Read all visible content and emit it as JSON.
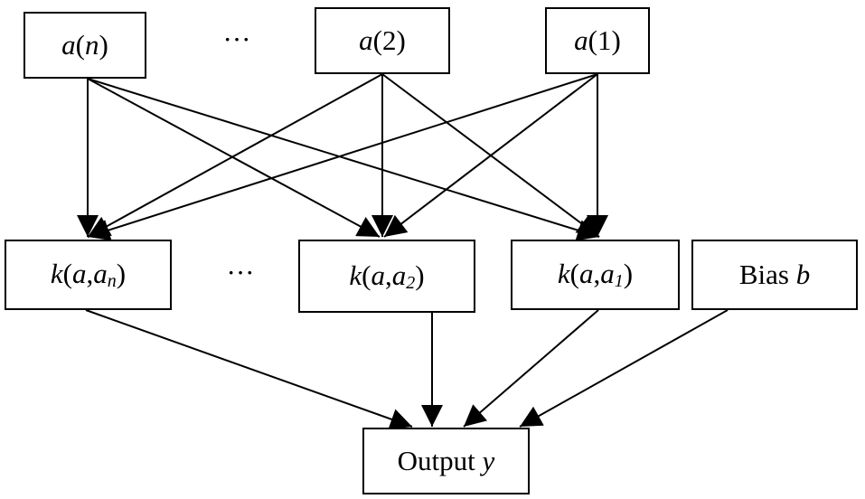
{
  "inputs": {
    "an": {
      "fn": "a",
      "arg": "n"
    },
    "a2": {
      "fn": "a",
      "text": "(2)"
    },
    "a1": {
      "fn": "a",
      "text": "(1)"
    },
    "ellipsis": "···"
  },
  "kernels": {
    "kn": {
      "fn": "k",
      "open": "(",
      "var": "a",
      "comma": ",",
      "sub_base": "a",
      "sub": "n",
      "close": ")"
    },
    "k2": {
      "fn": "k",
      "open": "(",
      "var": "a",
      "comma": ",",
      "sub_base": "a",
      "sub": "2",
      "close": ")"
    },
    "k1": {
      "fn": "k",
      "open": "(",
      "var": "a",
      "comma": ",",
      "sub_base": "a",
      "sub": "1",
      "close": ")"
    },
    "ellipsis": "···"
  },
  "bias": {
    "label": "Bias ",
    "symbol": "b"
  },
  "output": {
    "label": "Output ",
    "symbol": "y"
  },
  "colors": {
    "stroke": "#000000",
    "background": "#ffffff"
  }
}
